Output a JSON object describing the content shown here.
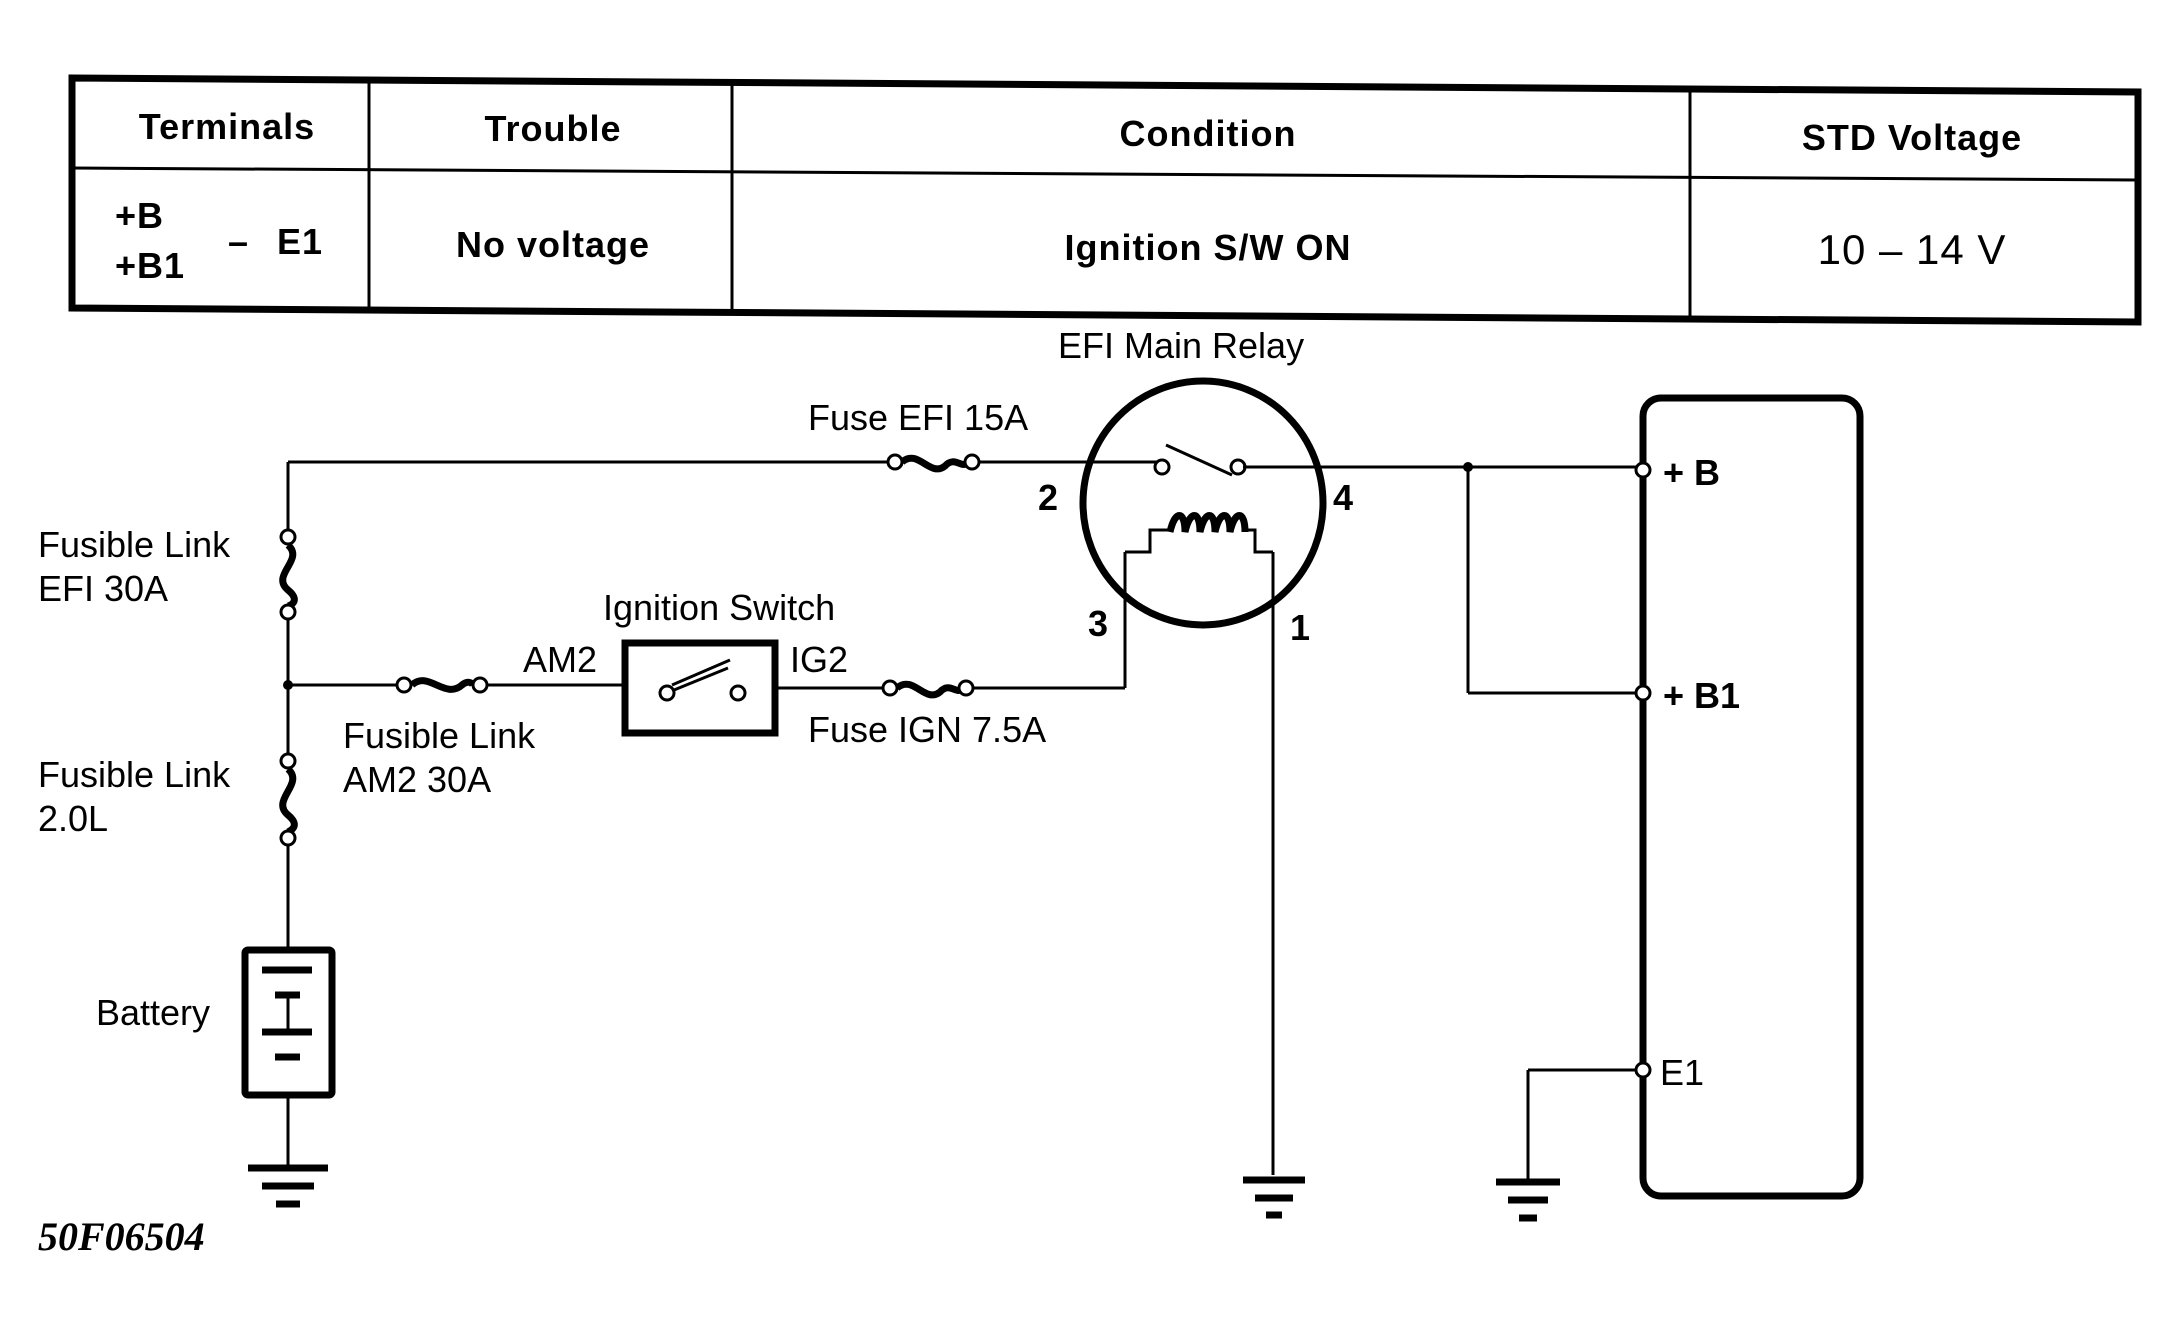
{
  "table": {
    "headers": [
      "Terminals",
      "Trouble",
      "Condition",
      "STD Voltage"
    ],
    "row": {
      "terminal_top": "+B",
      "terminal_bottom": "+B1",
      "terminal_dash": "–",
      "terminal_ground": "E1",
      "trouble": "No voltage",
      "condition": "Ignition S/W ON",
      "voltage": "10 – 14 V"
    }
  },
  "diagram": {
    "relay_title": "EFI Main Relay",
    "fuse_efi": "Fuse EFI 15A",
    "fuse_ign": "Fuse IGN 7.5A",
    "fusible_link_efi": [
      "Fusible Link",
      "EFI 30A"
    ],
    "fusible_link_am2": [
      "Fusible Link",
      "AM2 30A"
    ],
    "fusible_link_main": [
      "Fusible Link",
      "2.0L"
    ],
    "battery": "Battery",
    "ignition_switch": "Ignition Switch",
    "am2": "AM2",
    "ig2": "IG2",
    "pin_2": "2",
    "pin_4": "4",
    "pin_3": "3",
    "pin_1": "1",
    "ecu_b": "+ B",
    "ecu_b1": "+ B1",
    "ecu_e1": "E1",
    "figure_code": "50F06504"
  }
}
